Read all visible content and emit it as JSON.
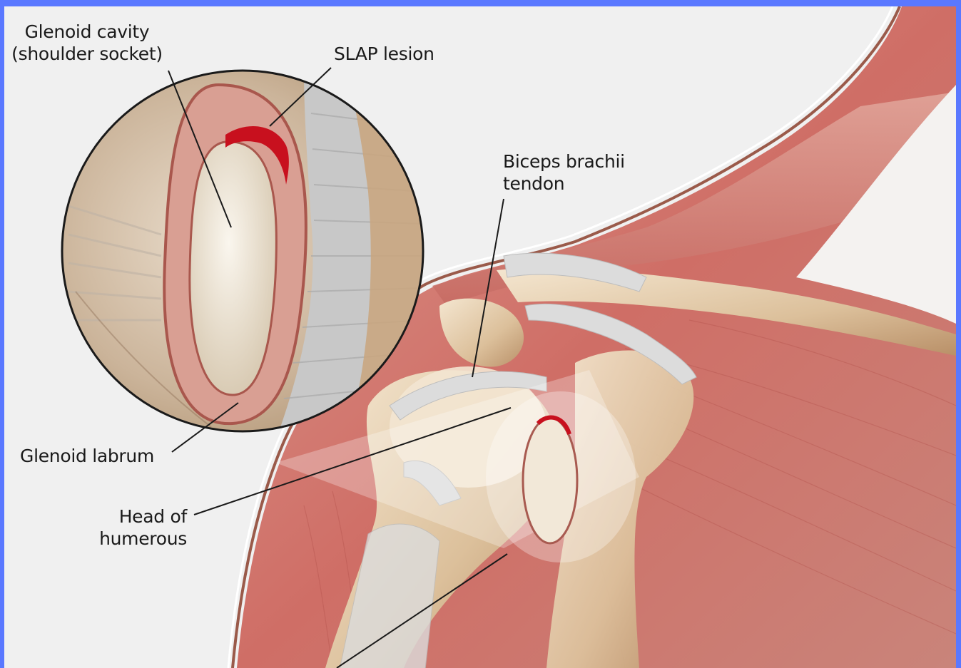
{
  "figure": {
    "border_color": "#5a78ff",
    "background_color": "#f0f0f0",
    "labels": {
      "glenoid_cavity": {
        "line1": "Glenoid cavity",
        "line2": "(shoulder socket)"
      },
      "slap_lesion": {
        "text": "SLAP lesion"
      },
      "biceps_tendon": {
        "line1": "Biceps brachii",
        "line2": "tendon"
      },
      "glenoid_labrum": {
        "text": "Glenoid labrum"
      },
      "head_of_humerus": {
        "line1": "Head of",
        "line2": "humerous"
      }
    },
    "colors": {
      "muscle": "#d2847c",
      "muscle_dark": "#b85a55",
      "bone": "#ead8bd",
      "bone_shadow": "#c9a57c",
      "tendon": "#dcdcdc",
      "lesion": "#c8101e",
      "skin_outline": "#9a5a4a"
    }
  }
}
